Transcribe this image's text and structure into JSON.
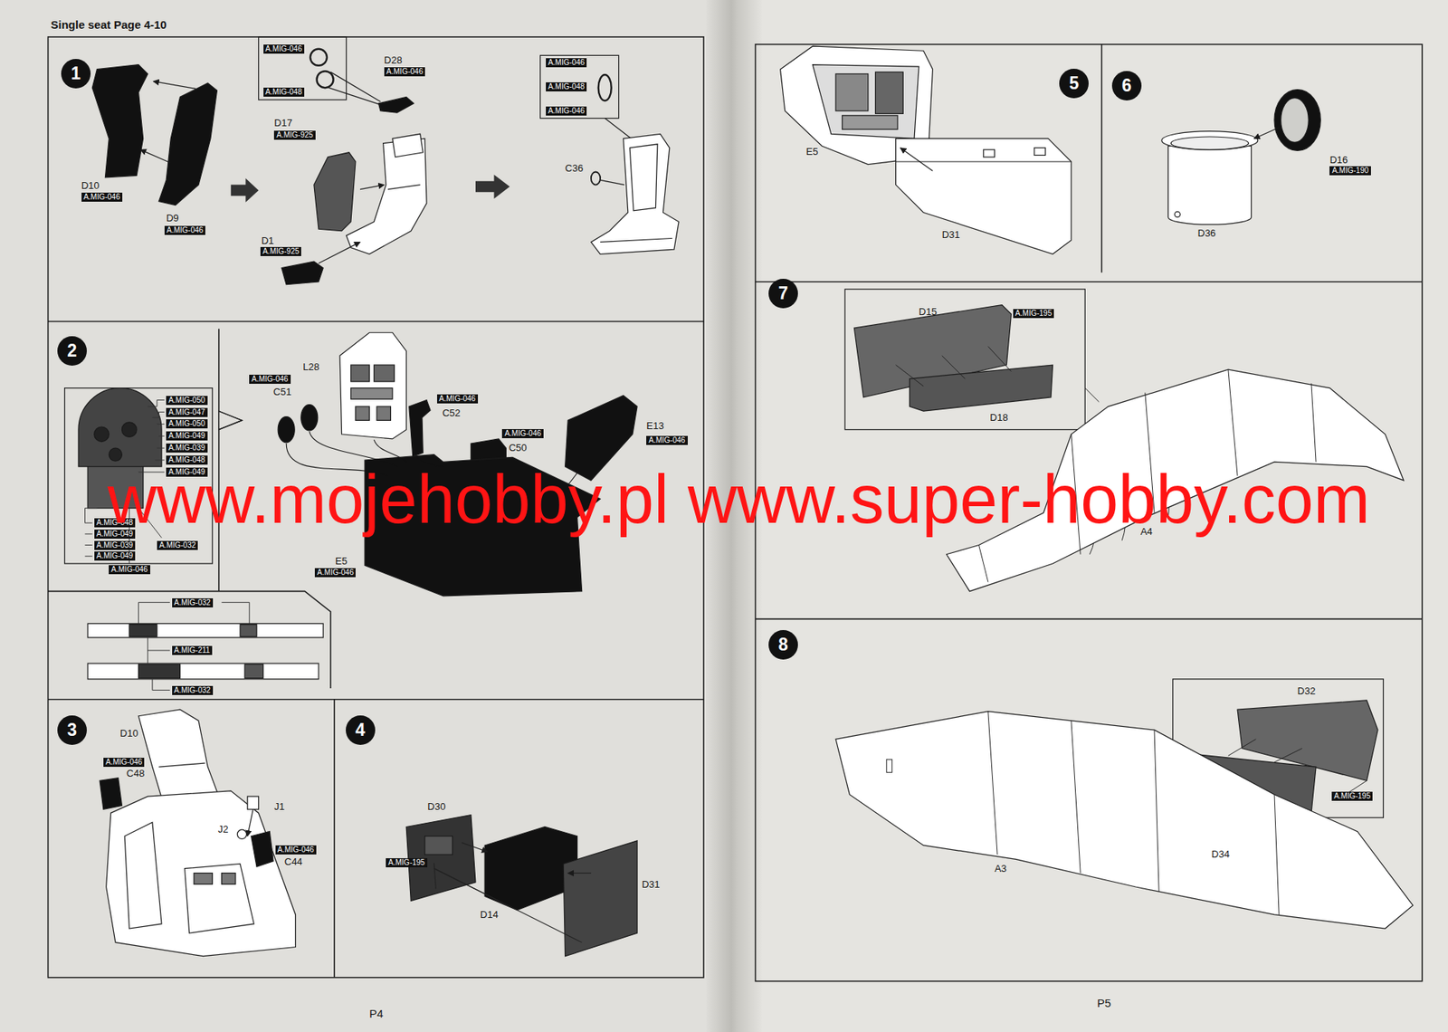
{
  "diagram": {
    "nodes": [
      {
        "text": [
          "1"
        ]
      },
      {
        "text": [
          "A.MIG-046"
        ]
      },
      {
        "text": [
          "A.MIG-048"
        ]
      },
      {
        "text": [
          "A.MIG-046"
        ]
      },
      {
        "text": [
          "A.MIG-925"
        ]
      },
      {
        "text": [
          "A.MIG-046"
        ]
      },
      {
        "text": [
          "A.MIG-046"
        ]
      },
      {
        "text": [
          "A.MIG-925"
        ]
      },
      {
        "text": [
          "A.MIG-046"
        ]
      },
      {
        "text": [
          "A.MIG-048"
        ]
      },
      {
        "text": [
          "A.MIG-046"
        ]
      },
      {
        "text": [
          "2"
        ]
      },
      {
        "text": [
          "A.MIG-050"
        ]
      },
      {
        "text": [
          "A.MIG-047"
        ]
      },
      {
        "text": [
          "A.MIG-050"
        ]
      },
      {
        "text": [
          "A.MIG-049"
        ]
      },
      {
        "text": [
          "A.MIG-039"
        ]
      },
      {
        "text": [
          "A.MIG-048"
        ]
      },
      {
        "text": [
          "A.MIG-049"
        ]
      },
      {
        "text": [
          "A.MIG-048"
        ]
      },
      {
        "text": [
          "A.MIG-049"
        ]
      },
      {
        "text": [
          "A.MIG-039"
        ]
      },
      {
        "text": [
          "A.MIG-049"
        ]
      },
      {
        "text": [
          "A.MIG-032"
        ]
      },
      {
        "text": [
          "A.MIG-046"
        ]
      },
      {
        "text": [
          "A.MIG-046"
        ]
      },
      {
        "text": [
          "A.MIG-046"
        ]
      },
      {
        "text": [
          "A.MIG-046"
        ]
      },
      {
        "text": [
          "A.MIG-046"
        ]
      },
      {
        "text": [
          "A.MIG-046"
        ]
      },
      {
        "text": [
          "A.MIG-032"
        ]
      },
      {
        "text": [
          "A.MIG-211"
        ]
      },
      {
        "text": [
          "A.MIG-032"
        ]
      },
      {
        "text": [
          "3"
        ]
      },
      {
        "text": [
          "A.MIG-046"
        ]
      },
      {
        "text": [
          "A.MIG-046"
        ]
      },
      {
        "text": [
          "4"
        ]
      },
      {
        "text": [
          "A.MIG-195"
        ]
      },
      {
        "text": [
          "5"
        ]
      },
      {
        "text": [
          "6"
        ]
      },
      {
        "text": [
          "A.MIG-190"
        ]
      },
      {
        "text": [
          "7"
        ]
      },
      {
        "text": [
          "A.MIG-195"
        ]
      },
      {
        "text": [
          "8"
        ]
      },
      {
        "text": [
          "A.MIG-195"
        ]
      }
    ],
    "labels": [
      "Single seat Page 4-10",
      "D28",
      "D17",
      "D10",
      "D9",
      "D1",
      "C36",
      "L28",
      "C51",
      "C52",
      "C50",
      "E13",
      "E5",
      "D10",
      "C48",
      "J1",
      "J2",
      "C44",
      "D30",
      "D14",
      "D31",
      "E5",
      "D31",
      "D16",
      "D36",
      "D15",
      "D18",
      "A4",
      "D32",
      "D34",
      "A3",
      "P4",
      "P5",
      "www.mojehobby.pl www.super-hobby.com"
    ]
  }
}
